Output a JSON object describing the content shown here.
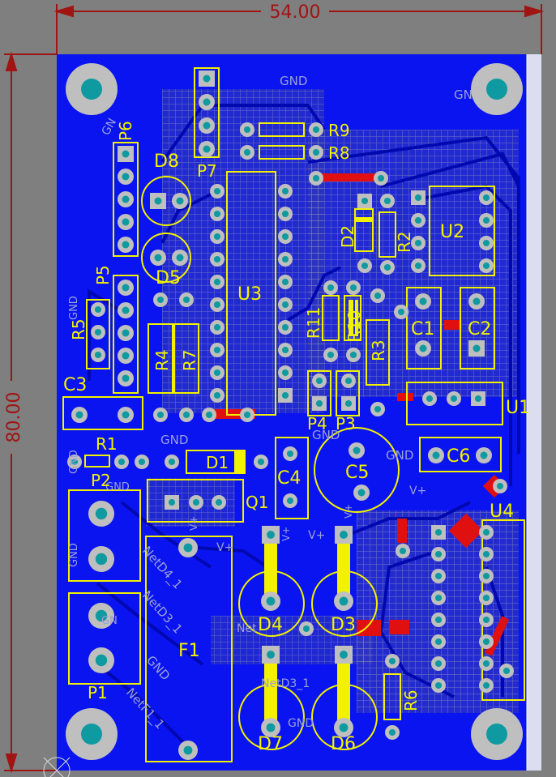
{
  "dimensions": {
    "width": "54.00",
    "height": "80.00"
  },
  "colors": {
    "background": "#7f7f7f",
    "copper_pour": "#0a14f0",
    "silkscreen": "#f2f200",
    "dimension": "#a01414",
    "pad": "#bfbfbf",
    "via_hole": "#0e9aa0",
    "top_copper": "#e01010"
  },
  "designators": {
    "P6": "P6",
    "P7": "P7",
    "P5": "P5",
    "P4": "P4",
    "P3": "P3",
    "P2": "P2",
    "P1": "P1",
    "D8": "D8",
    "D5": "D5",
    "D2": "D2",
    "D1": "D1",
    "D3": "D3",
    "D4": "D4",
    "D6": "D6",
    "D7": "D7",
    "R1": "R1",
    "R2": "R2",
    "R3": "R3",
    "R4": "R4",
    "R5": "R5",
    "R6": "R6",
    "R7": "R7",
    "R8": "R8",
    "R9": "R9",
    "R10": "R10",
    "R11": "R11",
    "C1": "C1",
    "C2": "C2",
    "C3": "C3",
    "C4": "C4",
    "C5": "C5",
    "C6": "C6",
    "U1": "U1",
    "U2": "U2",
    "U3": "U3",
    "U4": "U4",
    "Q1": "Q1",
    "F1": "F1"
  },
  "net_labels": {
    "gnd": "GND",
    "gnd_cut": "GN",
    "vplus": "V+",
    "netd4": "NetD4_1",
    "netd3": "NetD3_1",
    "netf1": "NetF1_1",
    "net_frag": "Net",
    "net_frag2": "D3_1",
    "gnd_small": "GND"
  }
}
